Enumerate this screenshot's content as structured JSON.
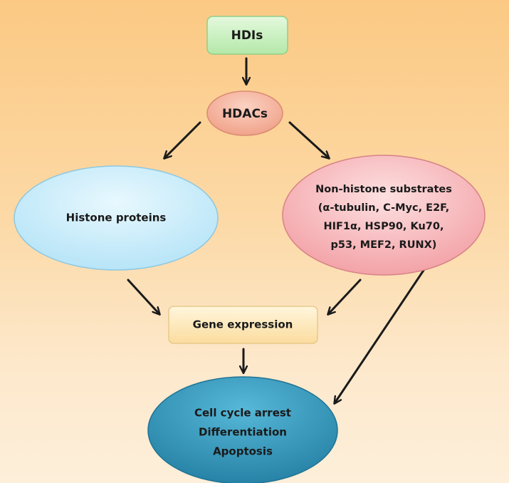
{
  "nodes": {
    "hdis": {
      "lines": [
        "HDIs"
      ],
      "fill": "#c8f0c0",
      "stroke": "#8fcf85"
    },
    "hdacs": {
      "lines": [
        "HDACs"
      ],
      "fill": "#f6b09a",
      "stroke": "#d98a72"
    },
    "histone": {
      "lines": [
        "Histone proteins"
      ],
      "fill": "#c7ecfa",
      "stroke": "#8ec8e0"
    },
    "nonhistone": {
      "lines": [
        "Non-histone substrates",
        "(α-tubulin, C-Myc, E2F,",
        "HIF1α, HSP90, Ku70,",
        "p53, MEF2, RUNX)"
      ],
      "fill": "#f7b3b6",
      "stroke": "#d78286"
    },
    "gene": {
      "lines": [
        "Gene expression"
      ],
      "fill": "#fde7b6",
      "stroke": "#e7c98a"
    },
    "outcome": {
      "lines": [
        "Cell cycle arrest",
        "Differentiation",
        "Apoptosis"
      ],
      "fill": "#3a9ec0",
      "stroke": "#1f7394"
    }
  },
  "edge_color": "#1a1a1a"
}
